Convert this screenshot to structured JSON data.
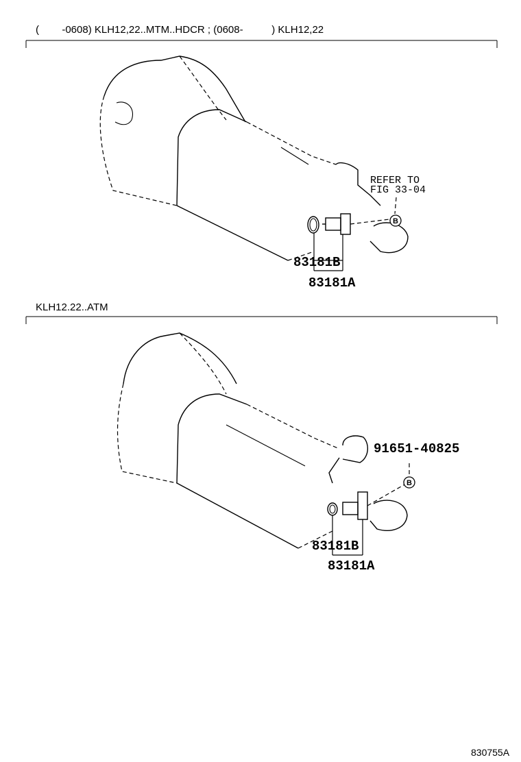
{
  "sections": [
    {
      "header": "(        -0608) KLH12,22..MTM..HDCR ; (0608-          ) KLH12,22",
      "refer_line1": "REFER TO",
      "refer_line2": "FIG 33-04",
      "badge": "B",
      "part_b": "83181B",
      "part_a": "83181A"
    },
    {
      "header": "KLH12.22..ATM",
      "bolt_part": "91651-40825",
      "badge": "B",
      "part_b": "83181B",
      "part_a": "83181A"
    }
  ],
  "footer_code": "830755A"
}
